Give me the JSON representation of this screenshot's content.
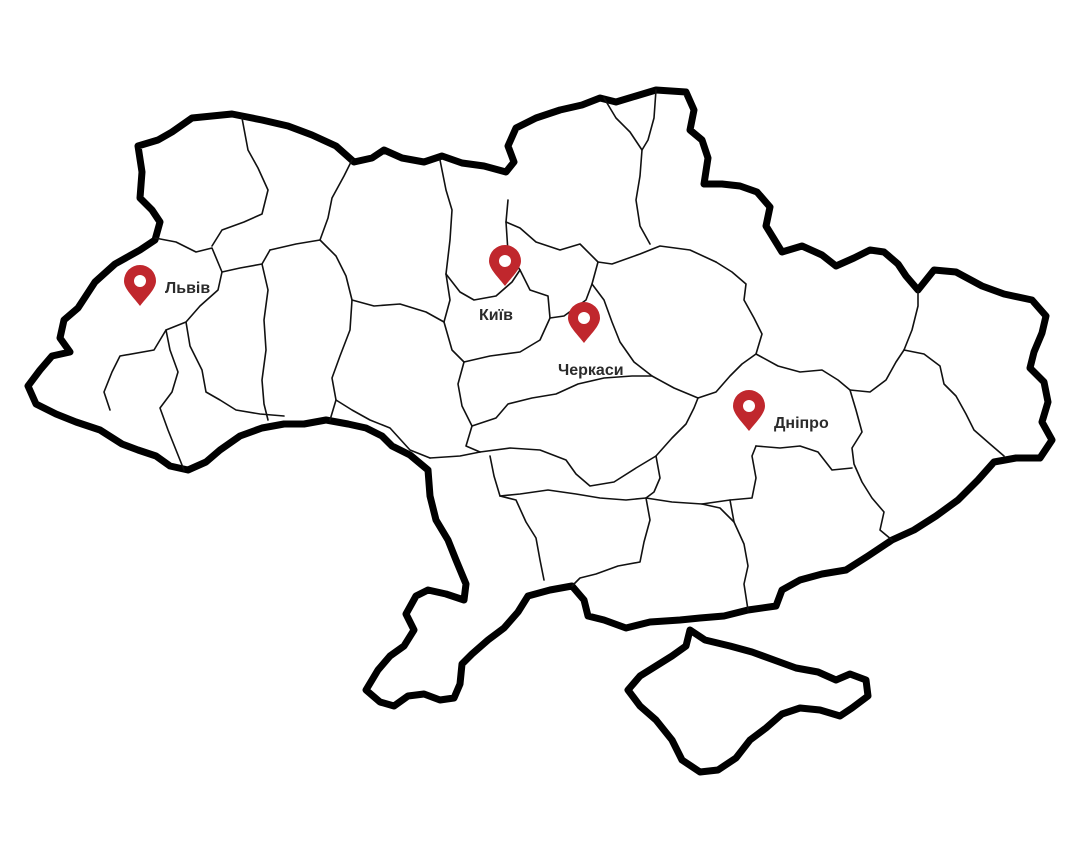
{
  "colors": {
    "pin": "#c0272d",
    "pin_center": "#ffffff",
    "border": "#000000",
    "label": "#2b2b2b"
  },
  "map": {
    "cities": [
      {
        "id": "lviv",
        "label": "Львів"
      },
      {
        "id": "kyiv",
        "label": "Київ"
      },
      {
        "id": "cherkasy",
        "label": "Черкаси"
      },
      {
        "id": "dnipro",
        "label": "Дніпро"
      }
    ]
  }
}
